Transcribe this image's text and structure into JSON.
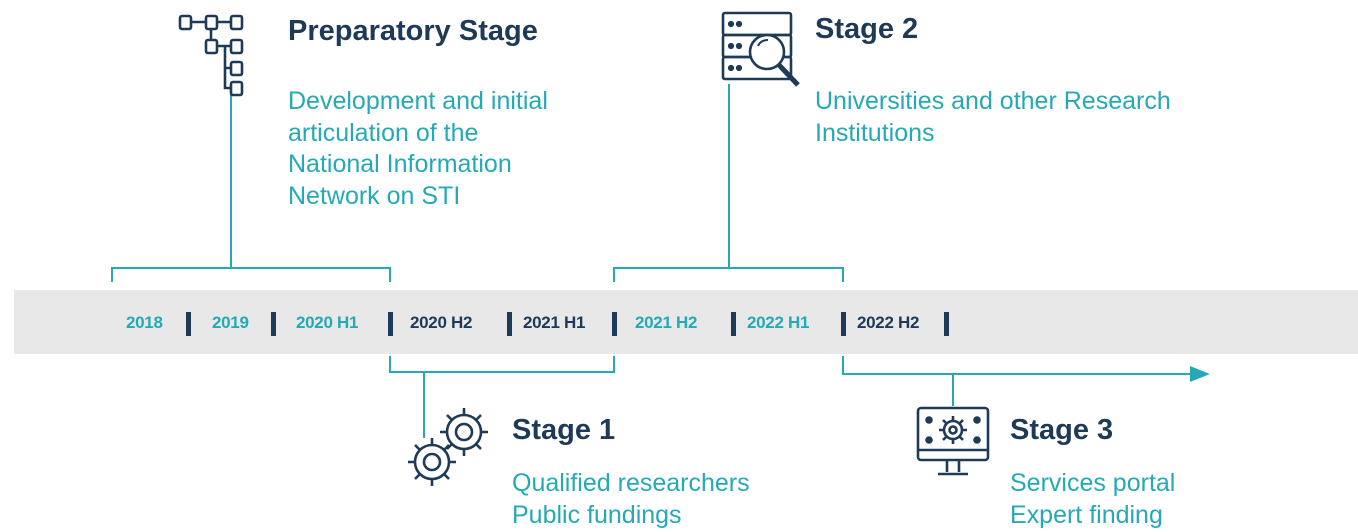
{
  "colors": {
    "teal": "#25a9b5",
    "navy": "#1e3a57",
    "band": "#e8e8e9"
  },
  "timeline": {
    "periods": [
      "2018",
      "2019",
      "2020 H1",
      "2020 H2",
      "2021 H1",
      "2021 H2",
      "2022 H1",
      "2022 H2"
    ]
  },
  "stages": {
    "preparatory": {
      "title": "Preparatory Stage",
      "icon": "hierarchy-tree-icon",
      "lines": [
        "Development and initial",
        "articulation of the",
        "National Information",
        "Network on STI"
      ]
    },
    "stage1": {
      "title": "Stage 1",
      "icon": "gears-icon",
      "lines": [
        "Qualified researchers",
        "Public fundings"
      ]
    },
    "stage2": {
      "title": "Stage 2",
      "icon": "server-search-icon",
      "lines": [
        "Universities and other Research",
        "Institutions"
      ]
    },
    "stage3": {
      "title": "Stage 3",
      "icon": "monitor-gear-icon",
      "lines": [
        "Services portal",
        "Expert finding"
      ]
    }
  }
}
